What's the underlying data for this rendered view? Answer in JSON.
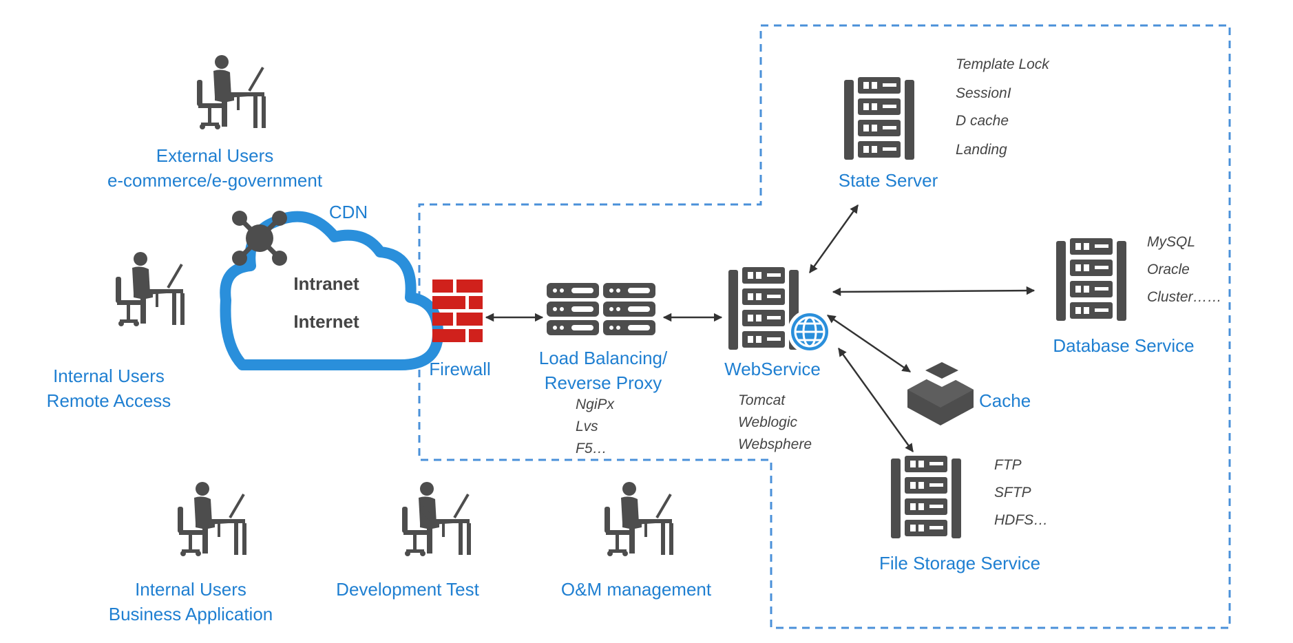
{
  "colors": {
    "accent": "#1f7fd1",
    "icon": "#4d4d4d",
    "firewall": "#d0211c",
    "cloud": "#2a8fdb",
    "boundary": "#4a90d9"
  },
  "users": {
    "external": {
      "icon": "person-at-desk-icon",
      "line1": "External Users",
      "line2": "e-commerce/e-government"
    },
    "remote": {
      "icon": "person-at-desk-icon",
      "line1": "Internal Users",
      "line2": "Remote Access"
    },
    "business": {
      "icon": "person-at-desk-icon",
      "line1": "Internal Users",
      "line2": "Business Application"
    },
    "devtest": {
      "icon": "person-at-desk-icon",
      "line1": "Development Test"
    },
    "om": {
      "icon": "person-at-desk-icon",
      "line1": "O&M management"
    }
  },
  "cdn": {
    "label": "CDN",
    "cloud_line1": "Intranet",
    "cloud_line2": "Internet",
    "icon": "cloud-icon",
    "hub_icon": "network-hub-icon"
  },
  "firewall": {
    "label": "Firewall",
    "icon": "brick-wall-icon"
  },
  "load_balancer": {
    "line1": "Load Balancing/",
    "line2": "Reverse Proxy",
    "notes": [
      "NgiPx",
      "Lvs",
      "F5…"
    ],
    "icon": "server-rack-icon"
  },
  "web_service": {
    "label": "WebService",
    "notes": [
      "Tomcat",
      "Weblogic",
      "Websphere"
    ],
    "icon": "server-icon",
    "badge_icon": "globe-icon"
  },
  "state_server": {
    "label": "State Server",
    "notes": [
      "Template Lock",
      "SessionI",
      "D cache",
      "Landing"
    ],
    "icon": "server-icon"
  },
  "database": {
    "label": "Database Service",
    "notes": [
      "MySQL",
      "Oracle",
      "Cluster……"
    ],
    "icon": "server-icon"
  },
  "cache": {
    "label": "Cache",
    "icon": "cache-box-icon"
  },
  "file_storage": {
    "label": "File Storage Service",
    "notes": [
      "FTP",
      "SFTP",
      "HDFS…"
    ],
    "icon": "server-icon"
  }
}
